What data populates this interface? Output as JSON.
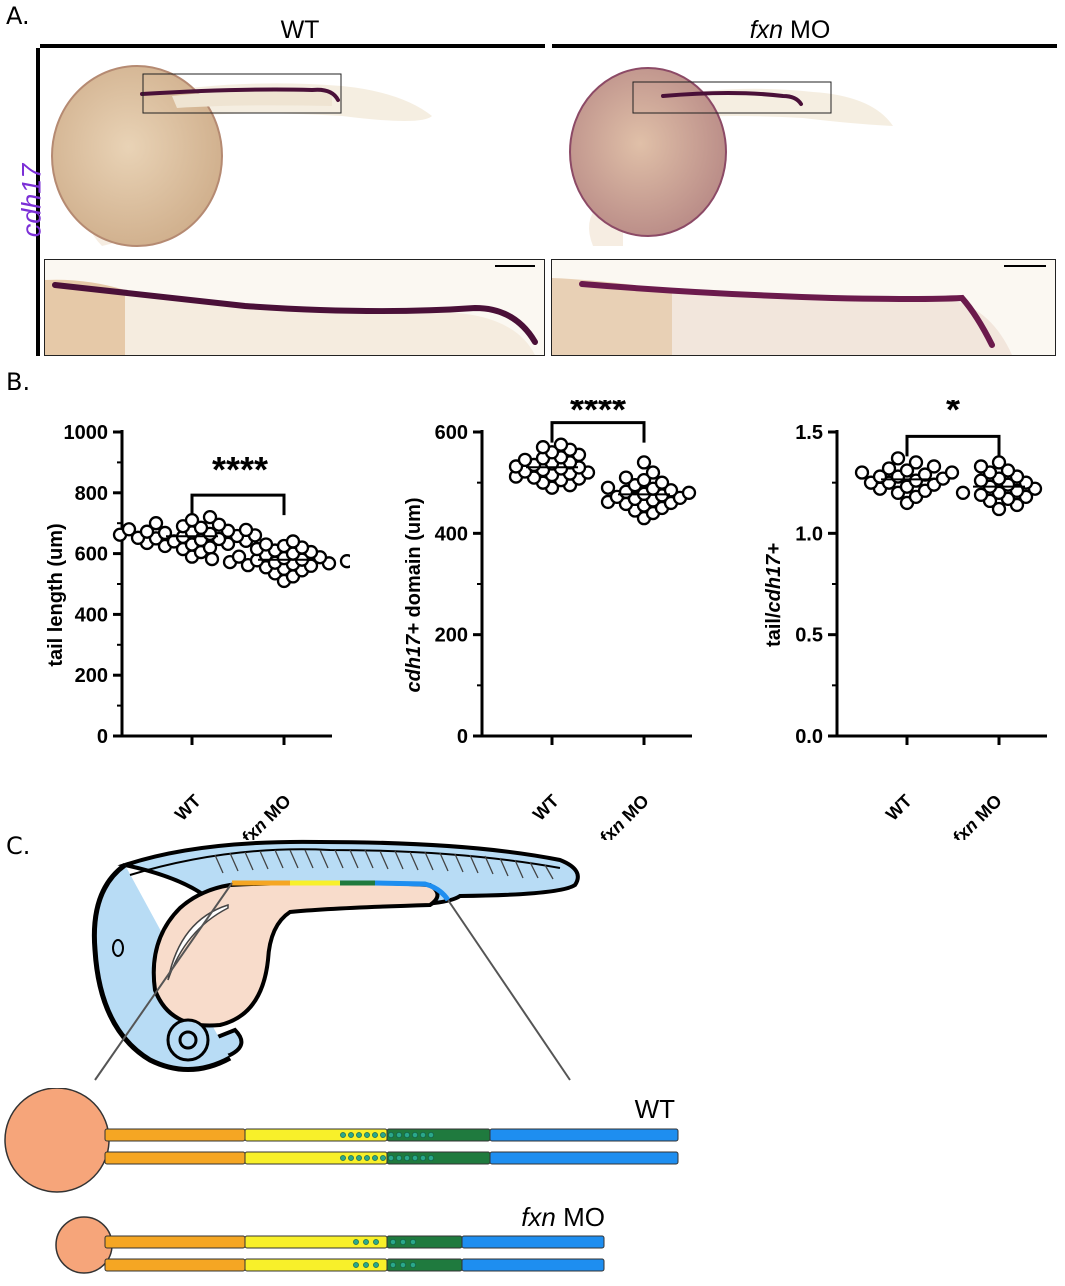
{
  "panel_a": {
    "label": "A.",
    "group_wt": "WT",
    "group_mo_gene": "fxn",
    "group_mo_suffix": " MO",
    "gene_label": "cdh17"
  },
  "panel_b": {
    "label": "B."
  },
  "panel_c": {
    "label": "C.",
    "wt_label": "WT",
    "mo_gene": "fxn",
    "mo_suffix": " MO"
  },
  "colors": {
    "stain": "#4a1038",
    "embryo": "#e6c9a8",
    "gene_label": "#7b2fd6",
    "segment_orange": "#f5a623",
    "segment_yellow": "#f8f02a",
    "segment_green": "#1f7a3e",
    "segment_blue": "#1e8ef0",
    "glomerulus": "#f6a57a",
    "embryo_body": "#b8dcf5",
    "yolk": "#f8dccb"
  },
  "chart_data": [
    {
      "type": "scatter",
      "ylabel": "tail length (um)",
      "categories": [
        "WT",
        "fxn MO"
      ],
      "ylim": [
        0,
        1000
      ],
      "yticks": [
        0,
        200,
        400,
        600,
        800,
        1000
      ],
      "significance": "****",
      "series": [
        {
          "values": [
            590,
            605,
            615,
            620,
            625,
            630,
            632,
            635,
            640,
            642,
            645,
            648,
            650,
            652,
            655,
            658,
            660,
            662,
            665,
            668,
            670,
            672,
            675,
            678,
            680,
            685,
            690,
            695,
            700,
            710,
            720
          ]
        },
        {
          "values": [
            510,
            525,
            535,
            545,
            550,
            555,
            560,
            562,
            565,
            568,
            570,
            572,
            575,
            578,
            580,
            582,
            585,
            588,
            590,
            595,
            600,
            605,
            610,
            615,
            620,
            625,
            630,
            640
          ]
        }
      ]
    },
    {
      "type": "scatter",
      "ylabel_gene": "cdh17+",
      "ylabel_rest": " domain (um)",
      "categories": [
        "WT",
        "fxn MO"
      ],
      "ylim": [
        0,
        600
      ],
      "yticks": [
        0,
        200,
        400,
        600
      ],
      "significance": "****",
      "series": [
        {
          "values": [
            490,
            495,
            500,
            505,
            508,
            510,
            512,
            515,
            518,
            520,
            522,
            525,
            528,
            530,
            532,
            535,
            538,
            540,
            545,
            548,
            550,
            555,
            560,
            565,
            570,
            575
          ]
        },
        {
          "values": [
            430,
            440,
            445,
            450,
            455,
            458,
            460,
            462,
            465,
            468,
            470,
            472,
            475,
            478,
            480,
            482,
            485,
            488,
            490,
            495,
            500,
            505,
            510,
            520,
            540
          ]
        }
      ]
    },
    {
      "type": "scatter",
      "ylabel_prefix": "tail/",
      "ylabel_gene": "cdh17+",
      "categories": [
        "WT",
        "fxn MO"
      ],
      "ylim": [
        0,
        1.5
      ],
      "yticks": [
        "0.0",
        "0.5",
        "1.0",
        "1.5"
      ],
      "significance": "*",
      "series": [
        {
          "values": [
            1.15,
            1.18,
            1.2,
            1.21,
            1.22,
            1.23,
            1.24,
            1.25,
            1.25,
            1.26,
            1.27,
            1.28,
            1.28,
            1.29,
            1.3,
            1.3,
            1.31,
            1.32,
            1.33,
            1.35,
            1.37
          ]
        },
        {
          "values": [
            1.12,
            1.14,
            1.16,
            1.17,
            1.18,
            1.19,
            1.2,
            1.2,
            1.21,
            1.22,
            1.23,
            1.24,
            1.25,
            1.26,
            1.27,
            1.28,
            1.3,
            1.31,
            1.33,
            1.35
          ]
        }
      ]
    }
  ]
}
